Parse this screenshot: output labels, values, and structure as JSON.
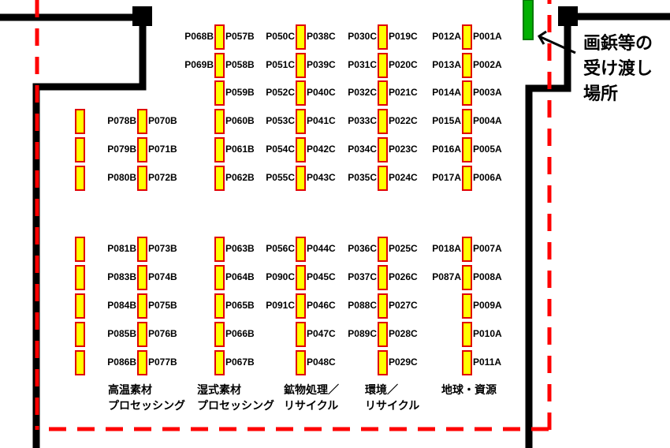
{
  "colors": {
    "board_fill": "#ffff00",
    "board_border": "#e00000",
    "wall": "#000000",
    "boundary": "#ff0000",
    "handover": "#00b000"
  },
  "handover_note": [
    "画鋲等の",
    "受け渡し",
    "場所"
  ],
  "columns": [
    {
      "top": [
        null,
        null,
        null,
        {
          "left": "",
          "right": ""
        },
        {
          "left": "",
          "right": ""
        },
        {
          "left": "",
          "right": ""
        }
      ],
      "bottom": [
        {
          "left": "",
          "right": ""
        },
        {
          "left": "",
          "right": ""
        },
        {
          "left": "",
          "right": ""
        },
        {
          "left": "",
          "right": ""
        },
        {
          "left": "",
          "right": ""
        }
      ]
    },
    {
      "top": [
        null,
        null,
        null,
        {
          "left": "P078B",
          "right": "P070B"
        },
        {
          "left": "P079B",
          "right": "P071B"
        },
        {
          "left": "P080B",
          "right": "P072B"
        }
      ],
      "bottom": [
        {
          "left": "P081B",
          "right": "P073B"
        },
        {
          "left": "P083B",
          "right": "P074B"
        },
        {
          "left": "P084B",
          "right": "P075B"
        },
        {
          "left": "P085B",
          "right": "P076B"
        },
        {
          "left": "P086B",
          "right": "P077B"
        }
      ]
    },
    {
      "top": [
        {
          "left": "P068B",
          "right": "P057B"
        },
        {
          "left": "P069B",
          "right": "P058B"
        },
        {
          "left": "",
          "right": "P059B"
        },
        {
          "left": "",
          "right": "P060B"
        },
        {
          "left": "",
          "right": "P061B"
        },
        {
          "left": "",
          "right": "P062B"
        }
      ],
      "bottom": [
        {
          "left": "",
          "right": "P063B"
        },
        {
          "left": "",
          "right": "P064B"
        },
        {
          "left": "",
          "right": "P065B"
        },
        {
          "left": "",
          "right": "P066B"
        },
        {
          "left": "",
          "right": "P067B"
        }
      ]
    },
    {
      "top": [
        {
          "left": "P050C",
          "right": "P038C"
        },
        {
          "left": "P051C",
          "right": "P039C"
        },
        {
          "left": "P052C",
          "right": "P040C"
        },
        {
          "left": "P053C",
          "right": "P041C"
        },
        {
          "left": "P054C",
          "right": "P042C"
        },
        {
          "left": "P055C",
          "right": "P043C"
        }
      ],
      "bottom": [
        {
          "left": "P056C",
          "right": "P044C"
        },
        {
          "left": "P090C",
          "right": "P045C"
        },
        {
          "left": "P091C",
          "right": "P046C"
        },
        {
          "left": "",
          "right": "P047C"
        },
        {
          "left": "",
          "right": "P048C"
        }
      ]
    },
    {
      "top": [
        {
          "left": "P030C",
          "right": "P019C"
        },
        {
          "left": "P031C",
          "right": "P020C"
        },
        {
          "left": "P032C",
          "right": "P021C"
        },
        {
          "left": "P033C",
          "right": "P022C"
        },
        {
          "left": "P034C",
          "right": "P023C"
        },
        {
          "left": "P035C",
          "right": "P024C"
        }
      ],
      "bottom": [
        {
          "left": "P036C",
          "right": "P025C"
        },
        {
          "left": "P037C",
          "right": "P026C"
        },
        {
          "left": "P088C",
          "right": "P027C"
        },
        {
          "left": "P089C",
          "right": "P028C"
        },
        {
          "left": "",
          "right": "P029C"
        }
      ]
    },
    {
      "top": [
        {
          "left": "P012A",
          "right": "P001A"
        },
        {
          "left": "P013A",
          "right": "P002A"
        },
        {
          "left": "P014A",
          "right": "P003A"
        },
        {
          "left": "P015A",
          "right": "P004A"
        },
        {
          "left": "P016A",
          "right": "P005A"
        },
        {
          "left": "P017A",
          "right": "P006A"
        }
      ],
      "bottom": [
        {
          "left": "P018A",
          "right": "P007A"
        },
        {
          "left": "P087A",
          "right": "P008A"
        },
        {
          "left": "",
          "right": "P009A"
        },
        {
          "left": "",
          "right": "P010A"
        },
        {
          "left": "",
          "right": "P011A"
        }
      ]
    }
  ],
  "categories": [
    {
      "line1": "高温素材",
      "line2": "プロセッシング"
    },
    {
      "line1": "湿式素材",
      "line2": "プロセッシング"
    },
    {
      "line1": "鉱物処理／",
      "line2": "リサイクル"
    },
    {
      "line1": "環境／",
      "line2": "リサイクル"
    },
    {
      "line1": "地球・資源",
      "line2": ""
    }
  ]
}
